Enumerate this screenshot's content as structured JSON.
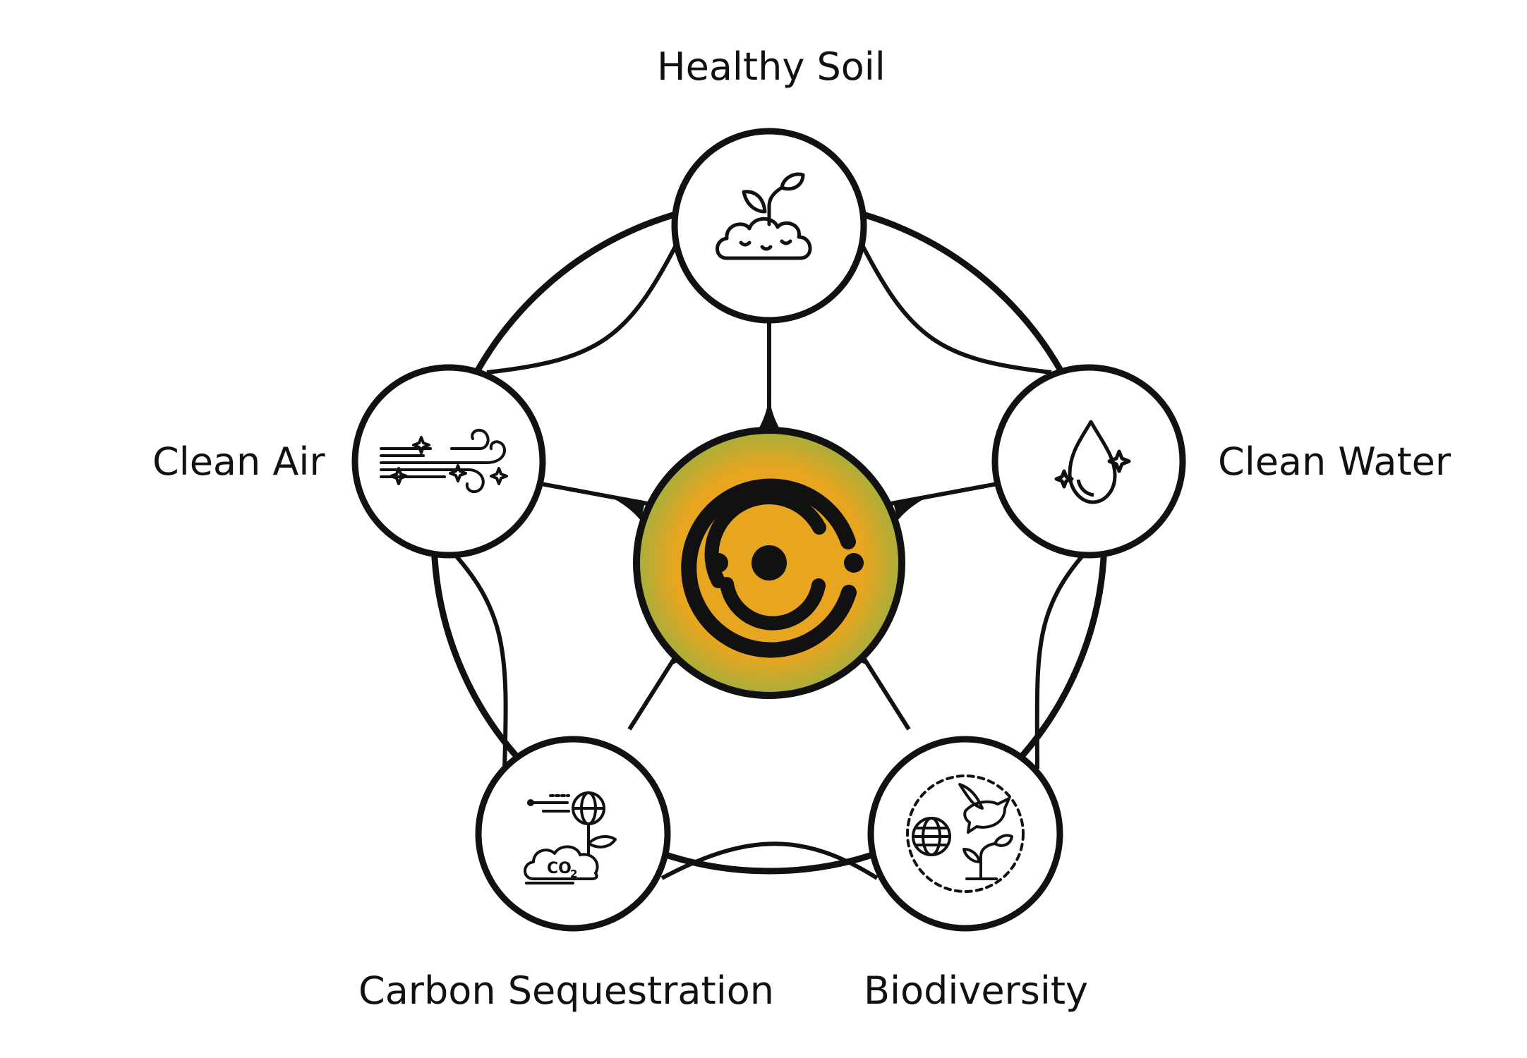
{
  "nodes": [
    {
      "key": "healthy-soil",
      "label": "Healthy Soil",
      "icon": "sprout-soil-icon"
    },
    {
      "key": "clean-water",
      "label": "Clean Water",
      "icon": "water-drop-icon"
    },
    {
      "key": "biodiversity",
      "label": "Biodiversity",
      "icon": "globe-dove-plant-icon"
    },
    {
      "key": "carbon-sequestration",
      "label": "Carbon Sequestration",
      "icon": "co2-cloud-globe-icon"
    },
    {
      "key": "clean-air",
      "label": "Clean Air",
      "icon": "wind-icon"
    }
  ],
  "center": {
    "icon": "concentric-rings-logo-icon"
  },
  "colors": {
    "stroke": "#111111",
    "center_fill": "#E8A520",
    "center_edge": "#93B046",
    "background": "#FFFFFF"
  }
}
